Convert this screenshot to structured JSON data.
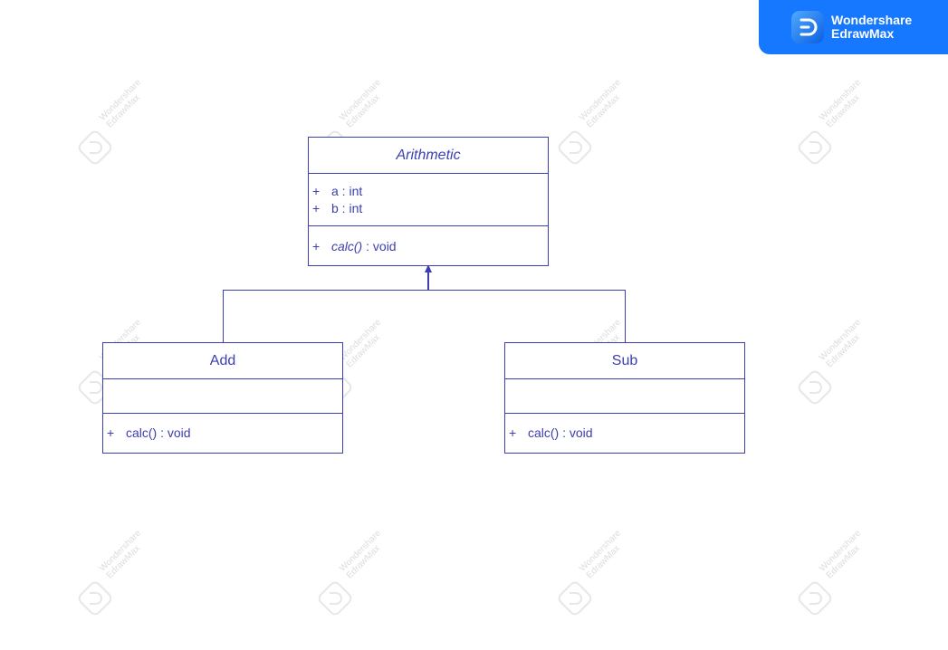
{
  "brand": {
    "line1": "Wondershare",
    "line2": "EdrawMax"
  },
  "watermark": {
    "line1": "Wondershare",
    "line2": "EdrawMax"
  },
  "classes": {
    "arithmetic": {
      "name": "Arithmetic",
      "attributes": [
        {
          "vis": "+",
          "text": "a : int"
        },
        {
          "vis": "+",
          "text": "b : int"
        }
      ],
      "methods": [
        {
          "vis": "+",
          "name": "calc()",
          "type": " : void"
        }
      ]
    },
    "add": {
      "name": "Add",
      "methods": [
        {
          "vis": "+",
          "text": "calc() : void"
        }
      ]
    },
    "sub": {
      "name": "Sub",
      "methods": [
        {
          "vis": "+",
          "text": "calc() : void"
        }
      ]
    }
  },
  "colors": {
    "line": "#3b3fb0",
    "brand": "#1677ff",
    "background": "#ffffff"
  }
}
